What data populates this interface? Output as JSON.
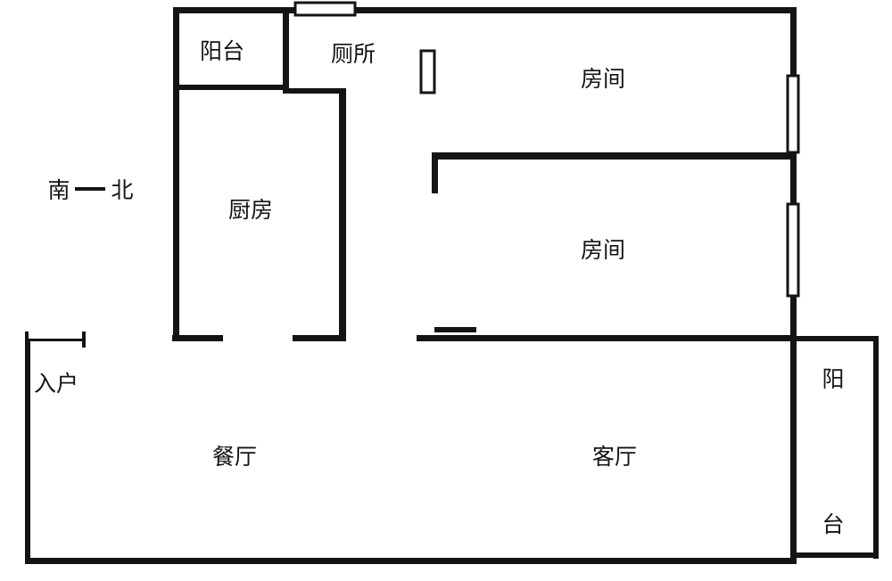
{
  "meta": {
    "type": "apartment-floor-plan"
  },
  "labels": {
    "balcony_top": "阳台",
    "toilet": "厕所",
    "bedroom_top": "房间",
    "bedroom_mid": "房间",
    "kitchen": "厨房",
    "entrance": "入户",
    "dining": "餐厅",
    "living": "客厅",
    "balcony_right_top": "阳",
    "balcony_right_bottom": "台"
  },
  "compass": {
    "south": "南",
    "north": "北"
  },
  "colors": {
    "wall": "#141414",
    "background": "#ffffff"
  }
}
